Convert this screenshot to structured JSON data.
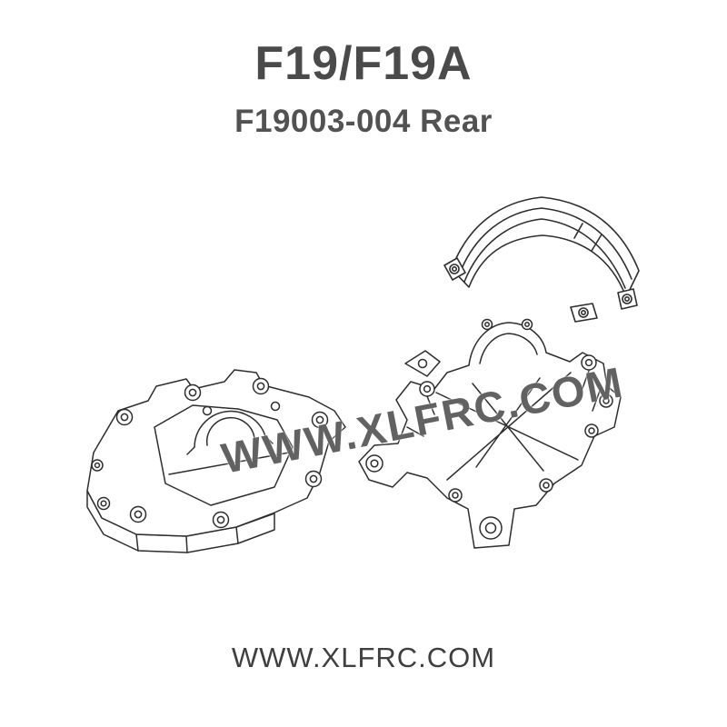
{
  "header": {
    "title": "F19/F19A",
    "subtitle": "F19003-004 Rear"
  },
  "watermark": {
    "text": "WWW.XLFRC.COM"
  },
  "footer": {
    "text": "WWW.XLFRC.COM"
  },
  "colors": {
    "background": "#ffffff",
    "title_text": "#4a4a4a",
    "subtitle_text": "#525252",
    "line_art": "#2e2e2e",
    "watermark_text": "#464646",
    "footer_text": "#3f3f3f"
  },
  "illustration": {
    "parts": [
      "gear-cover",
      "gearbox-housing-left",
      "gearbox-housing-right"
    ]
  }
}
